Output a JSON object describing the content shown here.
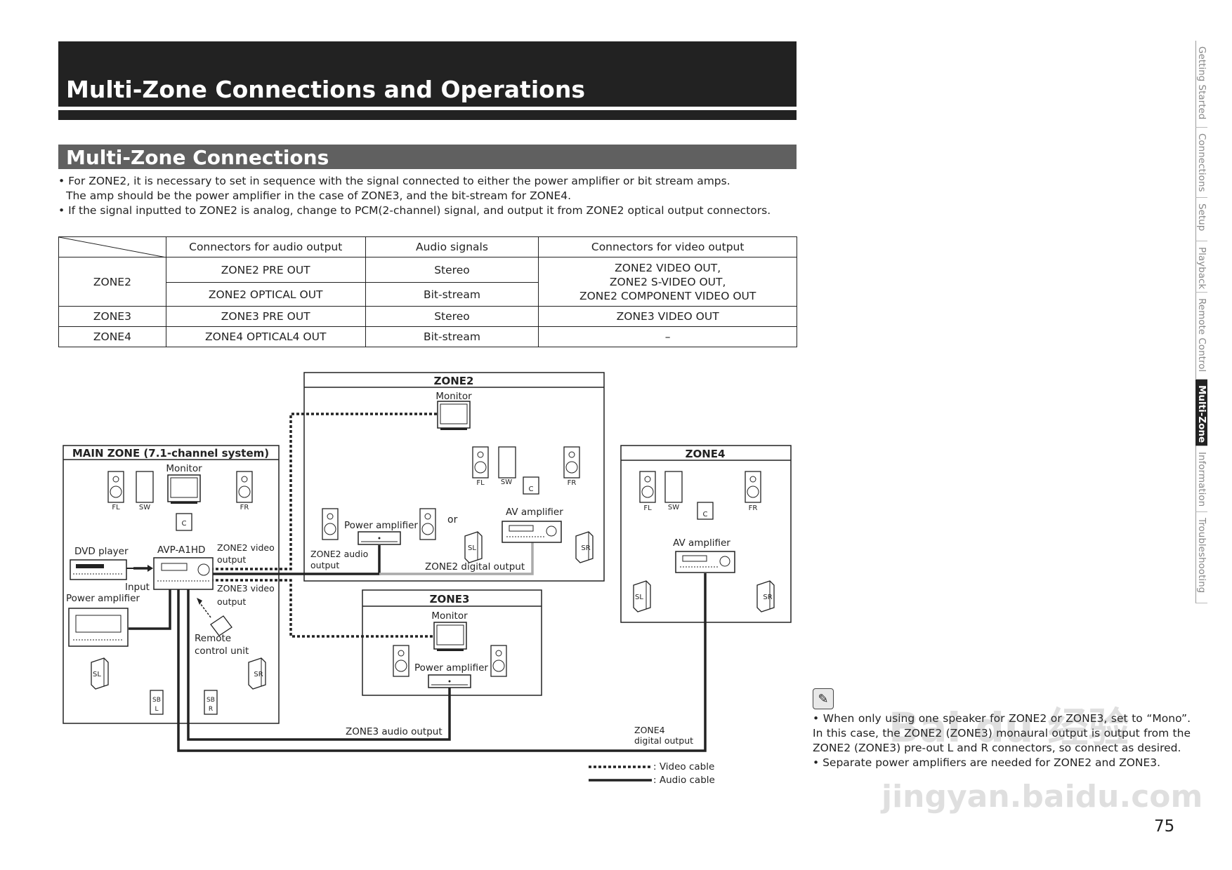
{
  "header": {
    "title": "Multi-Zone Connections and Operations"
  },
  "section": {
    "title": "Multi-Zone Connections"
  },
  "bullets": [
    "• For ZONE2, it is necessary to set in sequence with the signal connected to either the power amplifier or bit stream amps.",
    "The amp should be the power amplifier in the case of ZONE3, and the bit-stream for ZONE4.",
    "• If the signal inputted to ZONE2 is analog, change to PCM(2-channel) signal, and output it from ZONE2 optical output connectors."
  ],
  "table": {
    "headers": [
      "Connectors for audio output",
      "Audio signals",
      "Connectors for video output"
    ],
    "zone2": {
      "zone": "ZONE2",
      "r1_audio": "ZONE2 PRE OUT",
      "r1_signal": "Stereo",
      "r2_audio": "ZONE2 OPTICAL OUT",
      "r2_signal": "Bit-stream",
      "video_1": "ZONE2 VIDEO OUT,",
      "video_2": "ZONE2 S-VIDEO OUT,",
      "video_3": "ZONE2 COMPONENT VIDEO OUT"
    },
    "zone3": {
      "zone": "ZONE3",
      "audio": "ZONE3 PRE OUT",
      "signal": "Stereo",
      "video": "ZONE3 VIDEO OUT"
    },
    "zone4": {
      "zone": "ZONE4",
      "audio": "ZONE4 OPTICAL4 OUT",
      "signal": "Bit-stream",
      "video": "–"
    }
  },
  "diagram": {
    "main_zone": "MAIN ZONE (7.1-channel system)",
    "zone2": "ZONE2",
    "zone3": "ZONE3",
    "zone4": "ZONE4",
    "monitor": "Monitor",
    "fl": "FL",
    "sw": "SW",
    "fr": "FR",
    "c": "C",
    "sl": "SL",
    "sr": "SR",
    "sbl_1": "SB",
    "sbl_2": "L",
    "sbr_1": "SB",
    "sbr_2": "R",
    "dvd_player": "DVD player",
    "avp": "AVP-A1HD",
    "input": "Input",
    "power_amplifier": "Power amplifier",
    "av_amplifier": "AV amplifier",
    "or": "or",
    "zone2_video_1": "ZONE2 video",
    "zone2_video_2": "output",
    "zone3_video_1": "ZONE3 video",
    "zone3_video_2": "output",
    "remote_1": "Remote",
    "remote_2": "control unit",
    "zone2_audio_1": "ZONE2 audio",
    "zone2_audio_2": "output",
    "zone2_digital": "ZONE2 digital output",
    "zone3_audio": "ZONE3 audio output",
    "zone4_digital_1": "ZONE4",
    "zone4_digital_2": "digital output",
    "legend_video": ": Video cable",
    "legend_audio": ": Audio cable"
  },
  "tabs": [
    "Getting Started",
    "Connections",
    "Setup",
    "Playback",
    "Remote Control",
    "Multi-Zone",
    "Information",
    "Troubleshooting"
  ],
  "active_tab": "Multi-Zone",
  "notes": [
    "• When only using one speaker for ZONE2 or ZONE3, set to “Mono”. In this case, the ZONE2 (ZONE3) monaural output is output from the ZONE2 (ZONE3) pre-out L and R connectors, so connect as desired.",
    "• Separate power amplifiers are needed for ZONE2 and ZONE3."
  ],
  "page_number": "75",
  "watermark": {
    "line1": "Bai du 经验",
    "line2": "jingyan.baidu.com"
  }
}
